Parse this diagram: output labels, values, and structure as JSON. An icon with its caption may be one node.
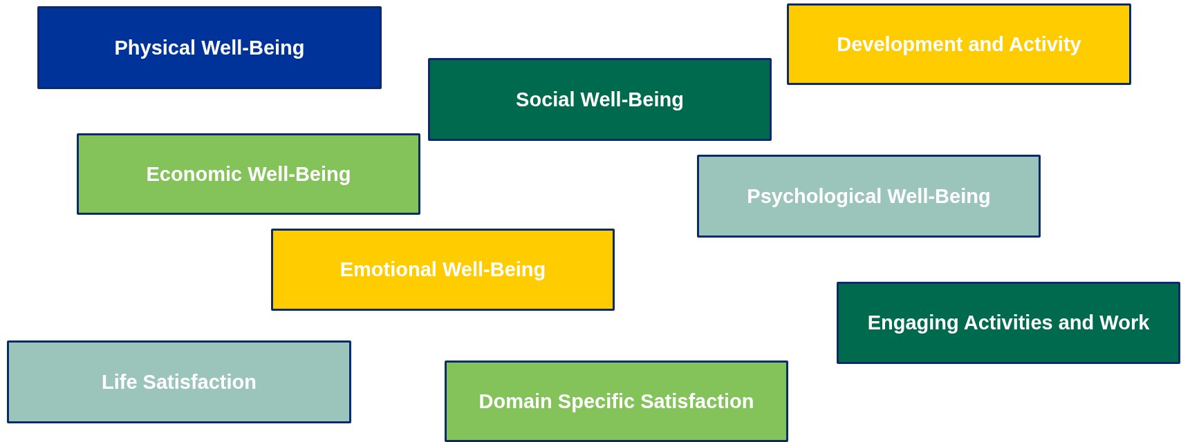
{
  "diagram": {
    "nodes": [
      {
        "text": [
          "Development and Activity"
        ]
      },
      {
        "text": [
          "Physical Well-Being"
        ]
      },
      {
        "text": [
          "Social Well-Being"
        ]
      },
      {
        "text": [
          "Economic Well-Being"
        ]
      },
      {
        "text": [
          "Psychological Well-Being"
        ]
      },
      {
        "text": [
          "Emotional Well-Being"
        ]
      },
      {
        "text": [
          "Engaging Activities and Work"
        ]
      },
      {
        "text": [
          "Life Satisfaction"
        ]
      },
      {
        "text": [
          "Domain Specific Satisfaction"
        ]
      }
    ]
  }
}
